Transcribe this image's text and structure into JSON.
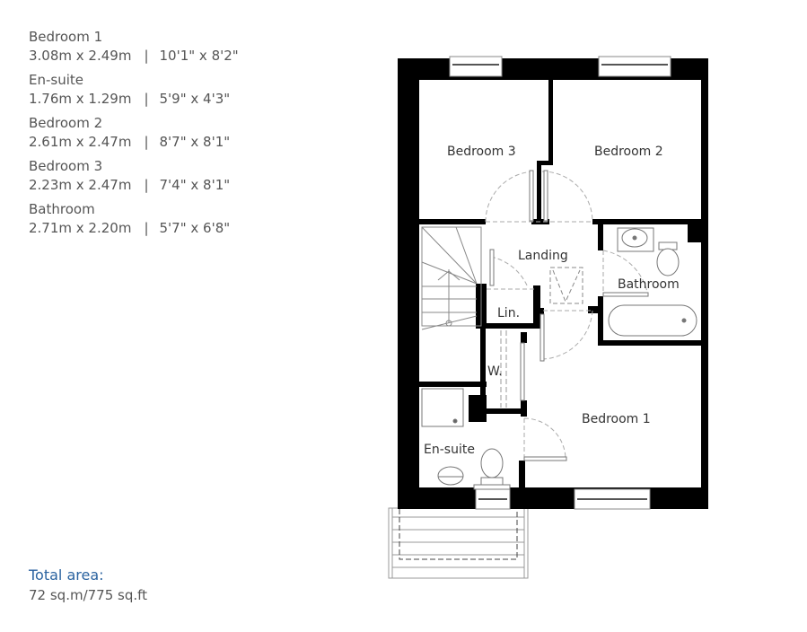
{
  "rooms": [
    {
      "name": "Bedroom 1",
      "metric": "3.08m x 2.49m",
      "imperial": "10'1\" x 8'2\""
    },
    {
      "name": "En-suite",
      "metric": "1.76m x 1.29m",
      "imperial": "5'9\" x 4'3\""
    },
    {
      "name": "Bedroom 2",
      "metric": "2.61m x 2.47m",
      "imperial": "8'7\" x 8'1\""
    },
    {
      "name": "Bedroom 3",
      "metric": "2.23m x 2.47m",
      "imperial": "7'4\" x 8'1\""
    },
    {
      "name": "Bathroom",
      "metric": "2.71m x 2.20m",
      "imperial": "5'7\" x 6'8\""
    }
  ],
  "separator": "|",
  "total": {
    "label": "Total area:",
    "value": "72 sq.m/775 sq.ft"
  },
  "plan": {
    "labels": {
      "bedroom1": "Bedroom 1",
      "bedroom2": "Bedroom 2",
      "bedroom3": "Bedroom 3",
      "landing": "Landing",
      "bathroom": "Bathroom",
      "linen": "Lin.",
      "wardrobe": "W.",
      "ensuite": "En-suite"
    }
  },
  "colors": {
    "text": "#555555",
    "accent": "#2b63a0",
    "wall": "#000000"
  }
}
